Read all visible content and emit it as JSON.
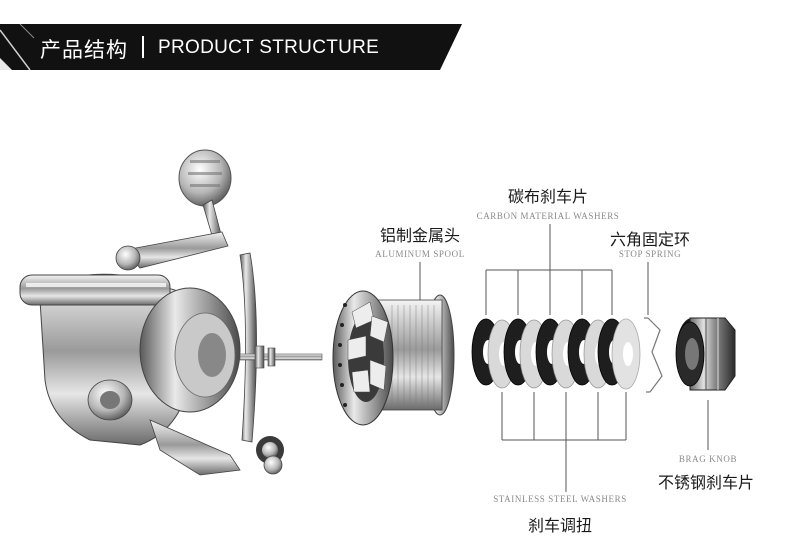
{
  "header": {
    "title_cn": "产品结构",
    "title_en": "PRODUCT STRUCTURE"
  },
  "labels": {
    "aluminum_spool_cn": "铝制金属头",
    "aluminum_spool_en": "ALUMINUM SPOOL",
    "carbon_washers_cn": "碳布刹车片",
    "carbon_washers_en": "CARBON MATERIAL WASHERS",
    "stop_spring_cn": "六角固定环",
    "stop_spring_en": "STOP SPRING",
    "stainless_washers_en": "STAINLESS STEEL WASHERS",
    "stainless_washers_cn": "刹车调扭",
    "drag_knob_en": "BRAG KNOB",
    "drag_knob_cn": "不锈钢刹车片"
  },
  "colors": {
    "header_bg": "#111111",
    "carbon": "#222222",
    "steel": "#d6d6d6",
    "line": "#555555"
  }
}
